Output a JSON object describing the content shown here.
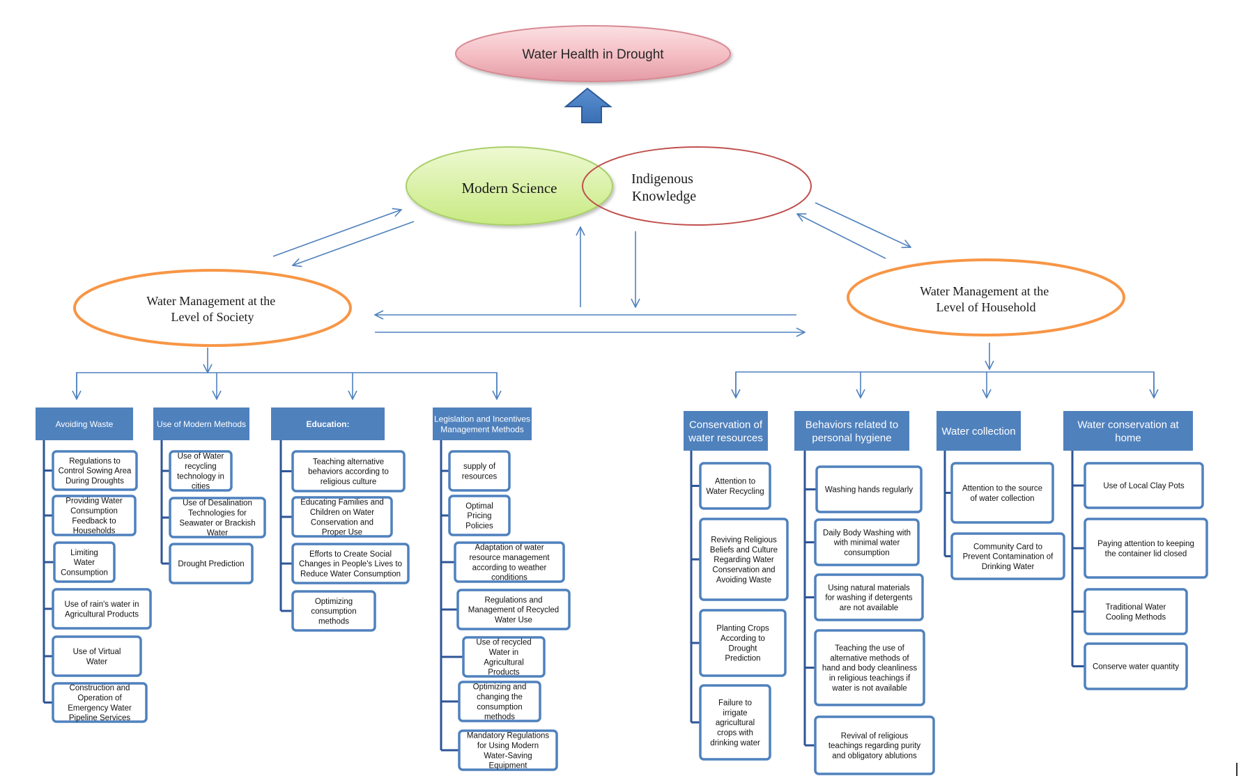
{
  "top": {
    "label": "Water Health in Drought"
  },
  "modern": {
    "label": "Modern Science"
  },
  "indigenous": {
    "lines": [
      "Indigenous",
      "Knowledge"
    ]
  },
  "society": {
    "lines": [
      "Water Management at the",
      "Level of Society"
    ]
  },
  "household": {
    "lines": [
      "Water Management at the",
      "Level of Household"
    ]
  },
  "society_categories": [
    {
      "title": [
        "Avoiding Waste"
      ],
      "items": [
        [
          "Regulations to",
          "Control Sowing Area",
          "During Droughts"
        ],
        [
          "Providing Water",
          "Consumption",
          "Feedback to",
          "Households"
        ],
        [
          "Limiting",
          "Water",
          "Consumption"
        ],
        [
          "Use of rain's water in",
          "Agricultural Products"
        ],
        [
          "Use of Virtual",
          "Water"
        ],
        [
          "Construction and",
          "Operation of",
          "Emergency Water",
          "Pipeline Services"
        ]
      ]
    },
    {
      "title": [
        "Use of Modern Methods"
      ],
      "items": [
        [
          "Use of Water",
          "recycling",
          "technology in",
          "cities"
        ],
        [
          "Use of Desalination",
          "Technologies for",
          "Seawater or Brackish",
          "Water"
        ],
        [
          "Drought Prediction"
        ]
      ]
    },
    {
      "title": [
        "Education:"
      ],
      "items": [
        [
          "Teaching alternative",
          "behaviors according to",
          "religious culture"
        ],
        [
          "Educating Families and",
          "Children on Water",
          "Conservation and",
          "Proper Use"
        ],
        [
          "Efforts to Create Social",
          "Changes in People's Lives to",
          "Reduce Water Consumption"
        ],
        [
          "Optimizing",
          "consumption",
          "methods"
        ]
      ]
    },
    {
      "title": [
        "Legislation and Incentives",
        "Management Methods"
      ],
      "items": [
        [
          "supply of",
          "resources"
        ],
        [
          "Optimal",
          "Pricing",
          "Policies"
        ],
        [
          "Adaptation of water",
          "resource management",
          "according to weather",
          "conditions"
        ],
        [
          "Regulations and",
          "Management of Recycled",
          "Water Use"
        ],
        [
          "Use of recycled",
          "Water in",
          "Agricultural",
          "Products"
        ],
        [
          "Optimizing and",
          "changing the",
          "consumption",
          "methods"
        ],
        [
          "Mandatory Regulations",
          "for Using Modern",
          "Water-Saving",
          "Equipment"
        ]
      ]
    }
  ],
  "household_categories": [
    {
      "title": [
        "Conservation of",
        "water resources"
      ],
      "items": [
        [
          "Attention to",
          "Water Recycling"
        ],
        [
          "Reviving Religious",
          "Beliefs and Culture",
          "Regarding Water",
          "Conservation and",
          "Avoiding Waste"
        ],
        [
          "Planting Crops",
          "According to",
          "Drought",
          "Prediction"
        ],
        [
          "Failure to",
          "irrigate",
          "agricultural",
          "crops with",
          "drinking water"
        ]
      ]
    },
    {
      "title": [
        "Behaviors related to",
        "personal hygiene"
      ],
      "items": [
        [
          "Washing hands regularly"
        ],
        [
          "Daily Body Washing with",
          "with minimal water",
          "consumption"
        ],
        [
          "Using natural materials",
          "for washing if detergents",
          "are not available"
        ],
        [
          "Teaching the use of",
          "alternative methods of",
          "hand and body cleanliness",
          "in religious teachings if",
          "water is not available"
        ],
        [
          "Revival of religious",
          "teachings regarding purity",
          "and obligatory ablutions"
        ]
      ]
    },
    {
      "title": [
        "Water collection"
      ],
      "items": [
        [
          "Attention to the source",
          "of water collection"
        ],
        [
          "Community Card to",
          "Prevent Contamination of",
          "Drinking Water"
        ]
      ]
    },
    {
      "title": [
        "Water conservation at",
        "home"
      ],
      "items": [
        [
          "Use of Local Clay Pots"
        ],
        [
          "Paying attention to keeping",
          "the container lid closed"
        ],
        [
          "Traditional Water",
          "Cooling Methods"
        ],
        [
          "Conserve water quantity"
        ]
      ]
    }
  ],
  "colors": {
    "header_fill": "#4f81bd",
    "box_border": "#4f81bd",
    "arrow": "#4f81bd",
    "bracket": "#2e5597",
    "orange": "#f79646",
    "pink_fill": "#f4c0c6",
    "green_fill": "#d6f0a0",
    "red_outline": "#c0504d"
  }
}
